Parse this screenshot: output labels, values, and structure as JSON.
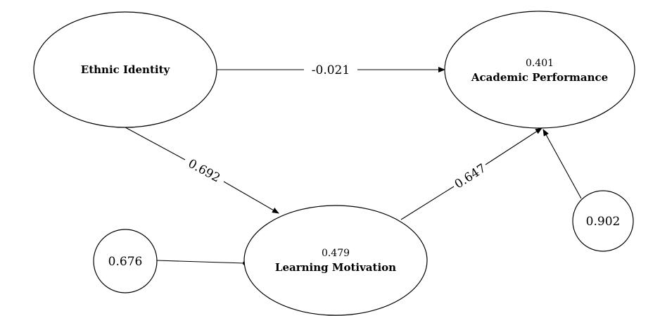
{
  "nodes": {
    "ethnic_identity": {
      "label": "Ethnic Identity"
    },
    "academic_performance": {
      "label": "Academic Performance",
      "r2": "0.401"
    },
    "learning_motivation": {
      "label": "Learning Motivation",
      "r2": "0.479"
    },
    "error_motivation": {
      "label": "0.676"
    },
    "error_performance": {
      "label": "0.902"
    }
  },
  "paths": {
    "ethnic_to_performance": "-0.021",
    "ethnic_to_motivation": "0.692",
    "motivation_to_performance": "0.647"
  },
  "colors": {
    "stroke": "#000000",
    "background": "#ffffff"
  }
}
